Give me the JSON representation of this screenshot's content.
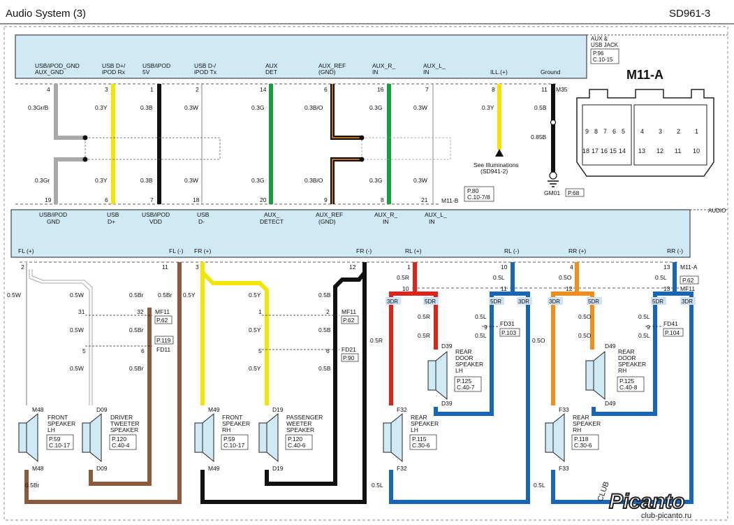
{
  "header": {
    "title": "Audio System (3)",
    "code": "SD961-3"
  },
  "aux_jack": {
    "name_lines": [
      "AUX &",
      "USB JACK"
    ],
    "ref": [
      "P.96",
      "C.10-15"
    ],
    "connector_id": "M35",
    "pins": [
      {
        "pin": "4",
        "label": [
          "USB/iPOD_GND",
          "AUX_GND"
        ]
      },
      {
        "pin": "3",
        "label": [
          "USB D+/",
          "iPOD Rx"
        ]
      },
      {
        "pin": "1",
        "label": [
          "USB/iPOD",
          "5V"
        ]
      },
      {
        "pin": "2",
        "label": [
          "USB D-/",
          "iPOD Tx"
        ]
      },
      {
        "pin": "14",
        "label": [
          "AUX",
          "DET"
        ]
      },
      {
        "pin": "6",
        "label": [
          "AUX_REF",
          "(GND)"
        ]
      },
      {
        "pin": "16",
        "label": [
          "AUX_R_",
          "IN"
        ]
      },
      {
        "pin": "7",
        "label": [
          "AUX_L_",
          "IN"
        ]
      },
      {
        "pin": "8",
        "label": [
          "ILL.(+)"
        ]
      },
      {
        "pin": "11",
        "label": [
          "Ground"
        ]
      }
    ]
  },
  "wires_top": [
    "0.3Gr/B",
    "0.3Y",
    "0.3B",
    "0.3W",
    "0.3G",
    "0.3B/O",
    "0.3G",
    "0.3W",
    "0.3Y",
    "0.5B"
  ],
  "wires_mid": [
    "0.3Gr",
    "0.3Y",
    "0.3B",
    "0.3W",
    "0.3G",
    "0.3B/O",
    "0.3G",
    "0.3W"
  ],
  "ground_wire": "0.85B",
  "illumination": {
    "text": [
      "See Illuminations",
      "(SD941-2)"
    ]
  },
  "ground": {
    "id": "GM01",
    "ref": "P.68"
  },
  "m11b": {
    "id": "M11-B",
    "ref": [
      "P.80",
      "C.10-7/8"
    ],
    "pins": [
      "19",
      "6",
      "7",
      "18",
      "20",
      "9",
      "8",
      "21"
    ]
  },
  "connector_m11a": {
    "title": "M11-A",
    "top_row": [
      "9",
      "8",
      "7",
      "6",
      "5",
      "4",
      "3",
      "2",
      "1"
    ],
    "bottom_row": [
      "18",
      "17",
      "16",
      "15",
      "14",
      "13",
      "12",
      "11",
      "10"
    ]
  },
  "audio": {
    "name": "AUDIO",
    "top_pins": [
      [
        "USB/iPOD",
        "GND"
      ],
      [
        "USB",
        "D+"
      ],
      [
        "USB/iPOD",
        "VDD"
      ],
      [
        "USB",
        "D-"
      ],
      [
        "AUX_",
        "DETECT"
      ],
      [
        "AUX_REF",
        "(GND)"
      ],
      [
        "AUX_R_",
        "IN"
      ],
      [
        "AUX_L_",
        "IN"
      ]
    ],
    "bottom_pins": [
      "FL (+)",
      "FL (-)",
      "FR (+)",
      "FR (-)",
      "RL (+)",
      "RL (-)",
      "RR (+)",
      "RR (-)"
    ]
  },
  "m11a_pins": [
    "2",
    "11",
    "3",
    "12",
    "1",
    "10",
    "4",
    "13"
  ],
  "mf11": {
    "id": "MF11",
    "ref": "P.62",
    "pins": [
      "31",
      "32",
      "1",
      "2",
      "10",
      "11",
      "12",
      "13"
    ]
  },
  "m11a_label": "M11-A",
  "m11a_ref": "P.62",
  "fd11": {
    "id": "FD11",
    "ref": "P.119",
    "pins": [
      "5",
      "6"
    ]
  },
  "fd21": {
    "id": "FD21",
    "ref": "P.90",
    "pins": [
      "5",
      "6"
    ]
  },
  "fd31": {
    "id": "FD31",
    "ref": "P.103",
    "pin": "9"
  },
  "fd41": {
    "id": "FD41",
    "ref": "P.104",
    "pin": "9"
  },
  "dr_tags": [
    "3DR",
    "5DR",
    "5DR",
    "3DR",
    "3DR",
    "5DR",
    "5DR",
    "3DR"
  ],
  "wire_labels": {
    "fl": [
      "0.5W",
      "0.5W",
      "0.5W",
      "0.5W"
    ],
    "flm": [
      "0.5Br",
      "0.5Br",
      "0.5Br",
      "0.5Br",
      "0.5Br"
    ],
    "fr": [
      "0.5Y",
      "0.5Y",
      "0.5Y",
      "0.5Y"
    ],
    "frm": [
      "0.5B",
      "0.5B",
      "0.5B",
      "0.5B"
    ],
    "rl": [
      "0.5R",
      "0.5R",
      "0.5R",
      "0.5R"
    ],
    "rlm": [
      "0.5L",
      "0.5L",
      "0.5L",
      "0.5L"
    ],
    "rr": [
      "0.5O",
      "0.5O",
      "0.5O",
      "0.5O"
    ],
    "rrm": [
      "0.5L",
      "0.5L",
      "0.5L",
      "0.5L"
    ]
  },
  "speakers": [
    {
      "lines": [
        "FRONT",
        "SPEAKER",
        "LH"
      ],
      "ref": [
        "P.59",
        "C.10-17"
      ],
      "conn": "M48"
    },
    {
      "lines": [
        "DRIVER",
        "TWEETER",
        "SPEAKER"
      ],
      "ref": [
        "P.120",
        "C.40-4"
      ],
      "conn": "D09"
    },
    {
      "lines": [
        "FRONT",
        "SPEAKER",
        "RH"
      ],
      "ref": [
        "P.59",
        "C.10-17"
      ],
      "conn": "M49"
    },
    {
      "lines": [
        "PASSENGER",
        "WEETER",
        "SPEAKER"
      ],
      "ref": [
        "P.120",
        "C.40-6"
      ],
      "conn": "D19"
    },
    {
      "lines": [
        "REAR",
        "DOOR",
        "SPEAKER",
        "LH"
      ],
      "ref": [
        "P.125",
        "C.40-7"
      ],
      "conn": "D39"
    },
    {
      "lines": [
        "REAR",
        "SPEAKER",
        "LH"
      ],
      "ref": [
        "P.115",
        "C.30-6"
      ],
      "conn": "F32"
    },
    {
      "lines": [
        "REAR",
        "DOOR",
        "SPEAKER",
        "RH"
      ],
      "ref": [
        "P.125",
        "C.40-8"
      ],
      "conn": "D49"
    },
    {
      "lines": [
        "REAR",
        "SPEAKER",
        "RH"
      ],
      "ref": [
        "P.118",
        "C.30-6"
      ],
      "conn": "F33"
    }
  ],
  "watermark": {
    "brand": "Picanto",
    "club": "CLUB",
    "url": "club-picanto.ru"
  },
  "colors": {
    "panel": "#cfe9f5",
    "white_wire": "#ffffff",
    "grey": "#a9a9a9",
    "yellow": "#f2e600",
    "black": "#111111",
    "green": "#14a03c",
    "orange": "#f28c1a",
    "red": "#e2231a",
    "blue": "#1565b8",
    "brown": "#8b5a3c",
    "tag": "#cfe3f5"
  }
}
